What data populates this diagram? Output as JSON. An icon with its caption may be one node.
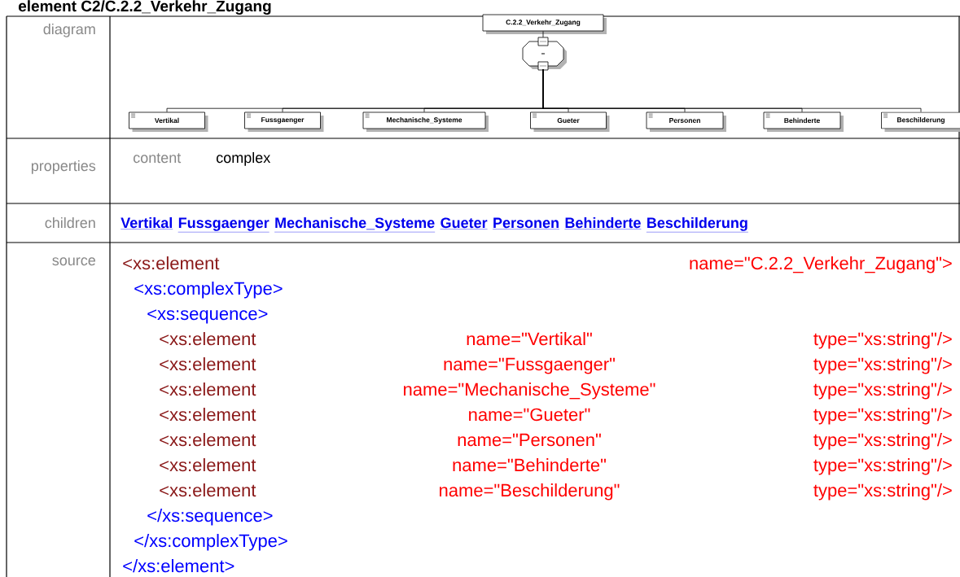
{
  "diagram": {
    "title": "element C2/C.2.2_Verkehr_Zugang",
    "nodes": [
      {
        "text": [
          "C.2.2_Verkehr_Zugang"
        ]
      },
      {
        "text": [],
        "shape": "octagon"
      },
      {
        "text": [
          "Vertikal"
        ]
      },
      {
        "text": [
          "Fussgaenger"
        ]
      },
      {
        "text": [
          "Mechanische_Systeme"
        ]
      },
      {
        "text": [
          "Gueter"
        ]
      },
      {
        "text": [
          "Personen"
        ]
      },
      {
        "text": [
          "Behinderte"
        ]
      },
      {
        "text": [
          "Beschilderung"
        ]
      }
    ],
    "edges": [
      {
        "from": 0,
        "to": 1,
        "arrow": "none"
      },
      {
        "from": 1,
        "to": 2,
        "arrow": "none"
      },
      {
        "from": 1,
        "to": 3,
        "arrow": "none"
      },
      {
        "from": 1,
        "to": 4,
        "arrow": "none"
      },
      {
        "from": 1,
        "to": 5,
        "arrow": "none"
      },
      {
        "from": 1,
        "to": 6,
        "arrow": "none"
      },
      {
        "from": 1,
        "to": 7,
        "arrow": "none"
      },
      {
        "from": 1,
        "to": 8,
        "arrow": "none"
      }
    ],
    "labels": [
      "diagram",
      "properties",
      "content",
      "complex",
      "children",
      "Vertikal",
      "Fussgaenger",
      "Mechanische_Systeme",
      "Gueter",
      "Personen",
      "Behinderte",
      "Beschilderung",
      "source",
      "<xs:element",
      "name=\"C.2.2_Verkehr_Zugang\">",
      "<xs:complexType>",
      "<xs:sequence>",
      "<xs:element",
      "name=\"Vertikal\"",
      "type=\"xs:string\"/>",
      "<xs:element",
      "name=\"Fussgaenger\"",
      "type=\"xs:string\"/>",
      "<xs:element",
      "name=\"Mechanische_Systeme\"",
      "type=\"xs:string\"/>",
      "<xs:element",
      "name=\"Gueter\"",
      "type=\"xs:string\"/>",
      "<xs:element",
      "name=\"Personen\"",
      "type=\"xs:string\"/>",
      "<xs:element",
      "name=\"Behinderte\"",
      "type=\"xs:string\"/>",
      "<xs:element",
      "name=\"Beschilderung\"",
      "type=\"xs:string\"/>",
      "</xs:sequence>",
      "</xs:complexType>",
      "</xs:element>"
    ]
  }
}
